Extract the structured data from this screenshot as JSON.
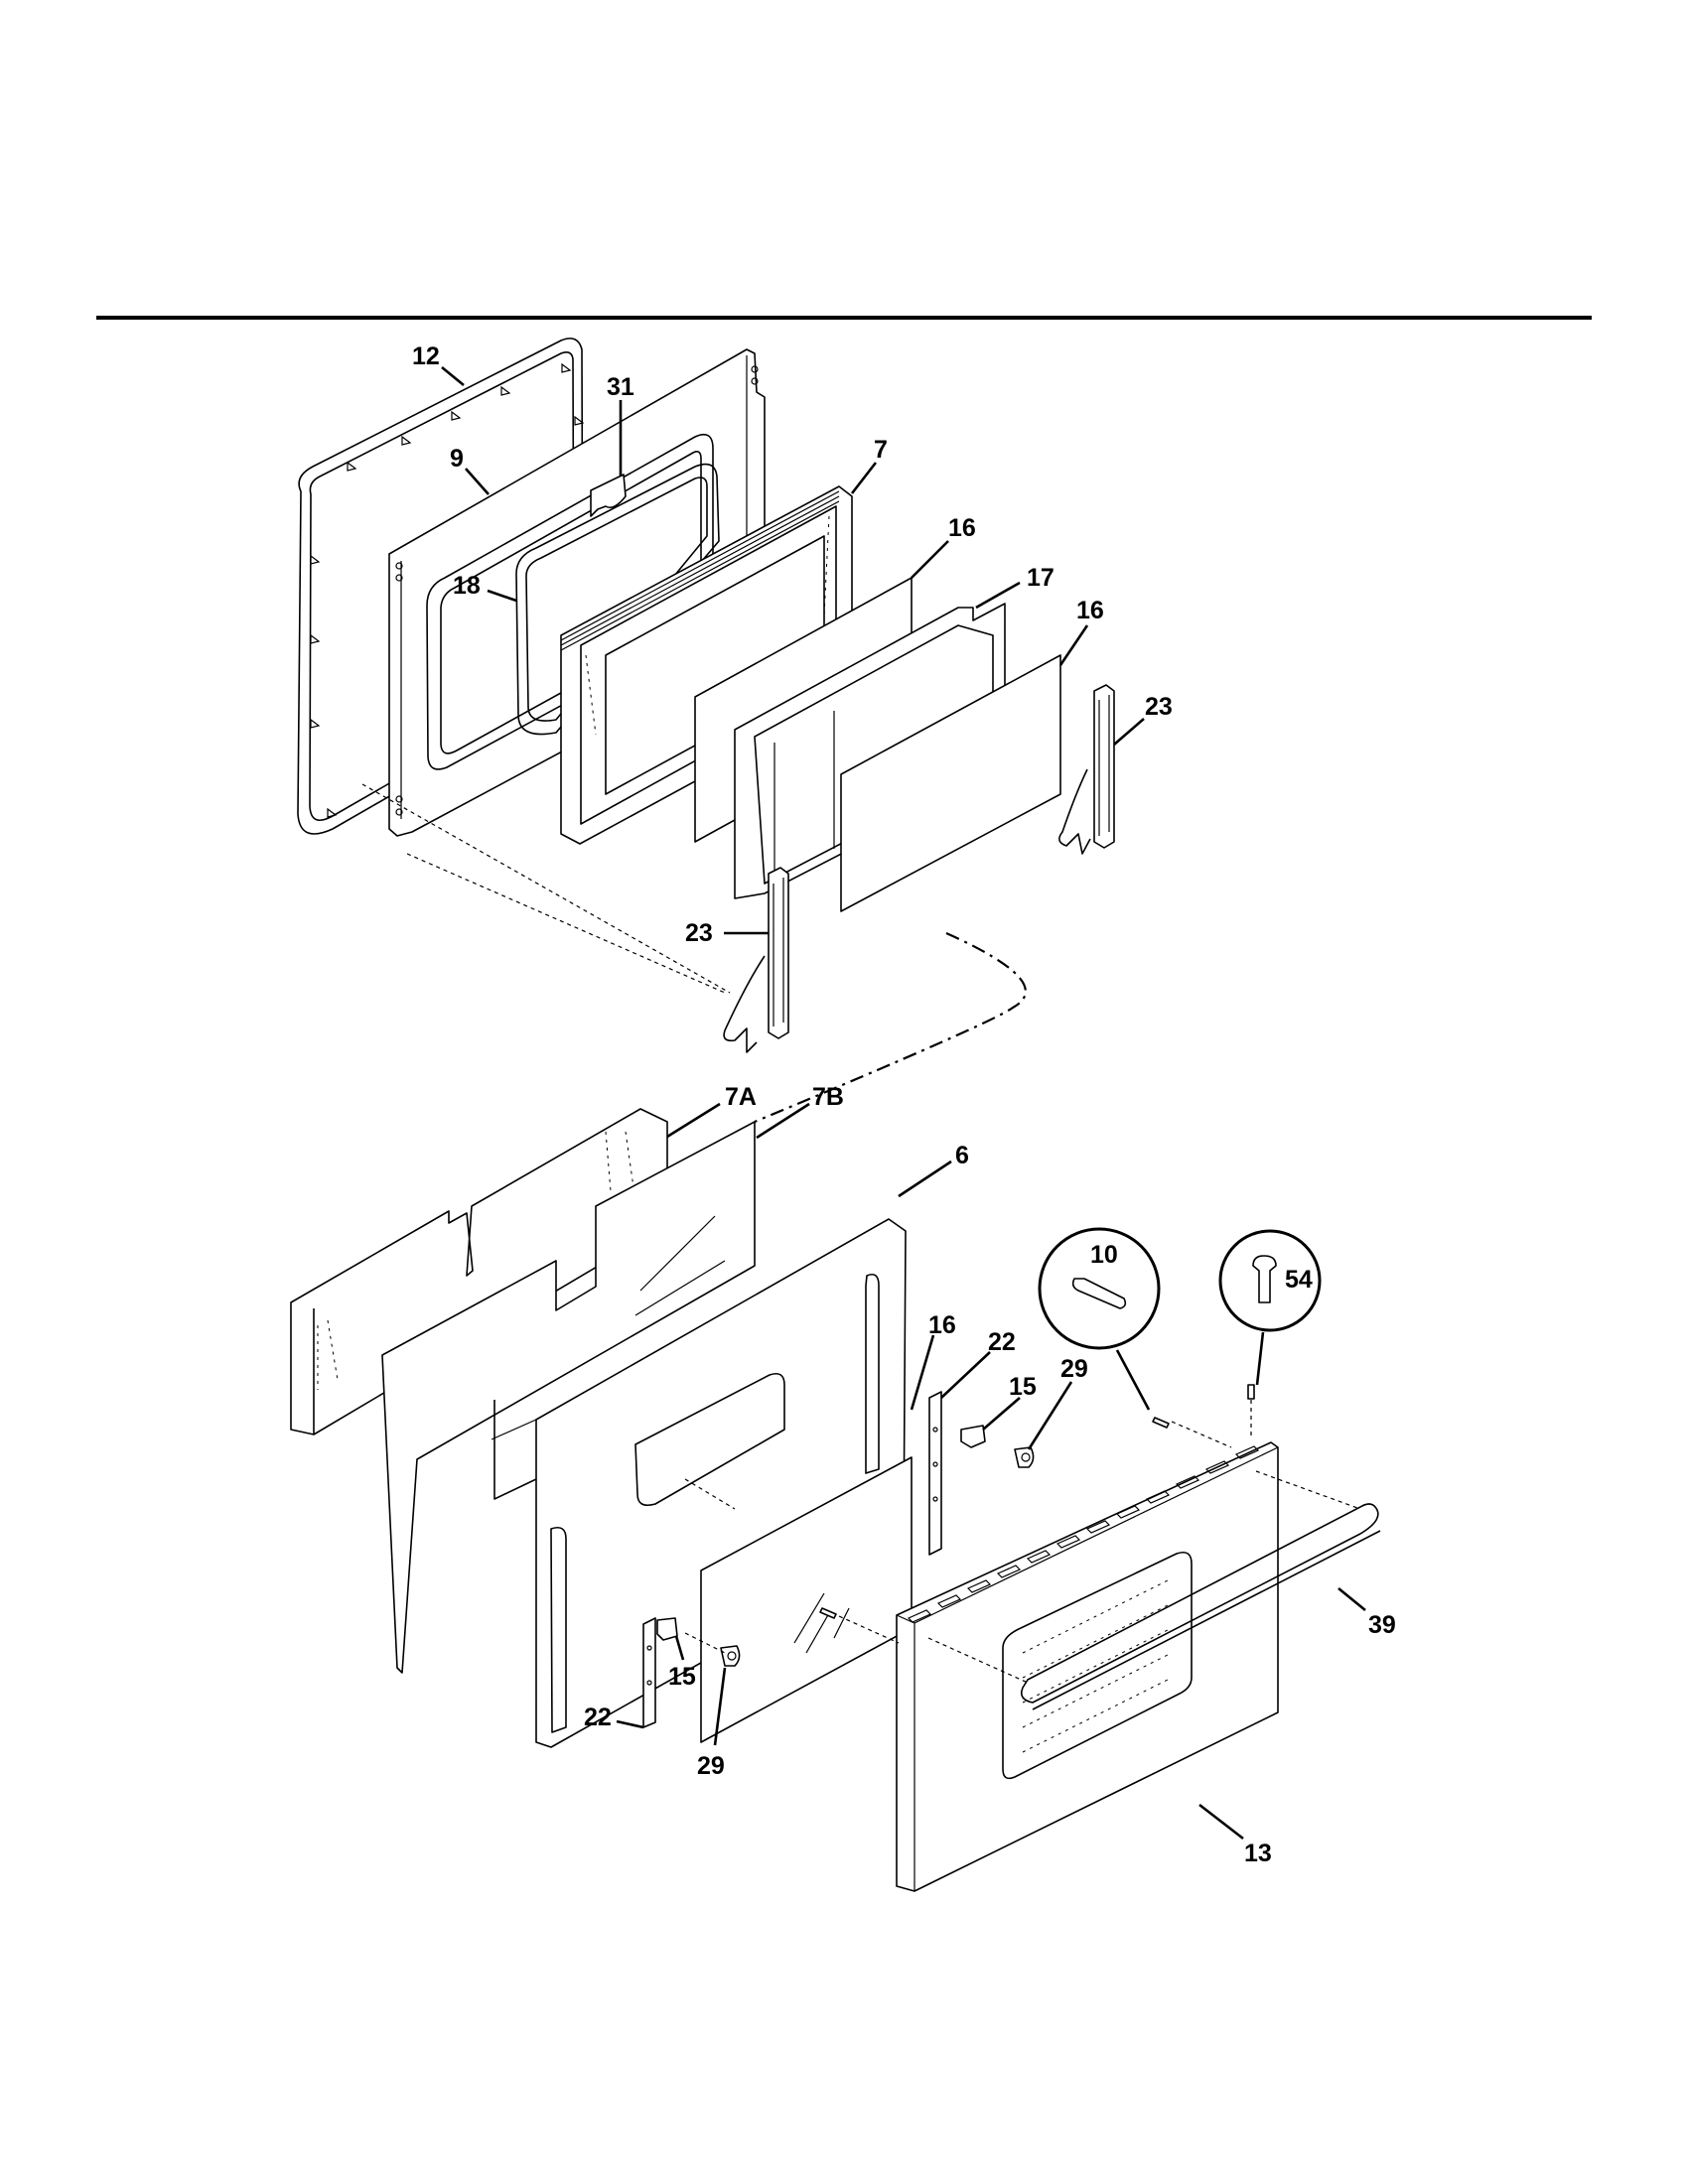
{
  "page": {
    "type": "exploded parts diagram",
    "subject": "oven door assembly",
    "background_color": "#ffffff",
    "ink_color": "#000000"
  },
  "callouts": [
    {
      "id": "c12",
      "label": "12",
      "part": "door gasket"
    },
    {
      "id": "c31",
      "label": "31",
      "part": "bracket"
    },
    {
      "id": "c9",
      "label": "9",
      "part": "inner door liner"
    },
    {
      "id": "c18",
      "label": "18",
      "part": "inner gasket"
    },
    {
      "id": "c7",
      "label": "7",
      "part": "insulation pack"
    },
    {
      "id": "c16a",
      "label": "16",
      "part": "glass panel"
    },
    {
      "id": "c17",
      "label": "17",
      "part": "window pack frame"
    },
    {
      "id": "c16b",
      "label": "16",
      "part": "glass panel"
    },
    {
      "id": "c23a",
      "label": "23",
      "part": "door hinge (right)"
    },
    {
      "id": "c23b",
      "label": "23",
      "part": "door hinge (left)"
    },
    {
      "id": "c7A",
      "label": "7A",
      "part": "insulation"
    },
    {
      "id": "c7B",
      "label": "7B",
      "part": "insulation wrap"
    },
    {
      "id": "c6",
      "label": "6",
      "part": "door baffle"
    },
    {
      "id": "c10",
      "label": "10",
      "part": "screw"
    },
    {
      "id": "c54",
      "label": "54",
      "part": "screw"
    },
    {
      "id": "c16c",
      "label": "16",
      "part": "glass panel"
    },
    {
      "id": "c22a",
      "label": "22",
      "part": "door side trim (right)"
    },
    {
      "id": "c15a",
      "label": "15",
      "part": "door stop bracket (right)"
    },
    {
      "id": "c29a",
      "label": "29",
      "part": "bumper (right)"
    },
    {
      "id": "c39",
      "label": "39",
      "part": "door handle"
    },
    {
      "id": "c15b",
      "label": "15",
      "part": "door stop bracket (left)"
    },
    {
      "id": "c22b",
      "label": "22",
      "part": "door side trim (left)"
    },
    {
      "id": "c29b",
      "label": "29",
      "part": "bumper (left)"
    },
    {
      "id": "c13",
      "label": "13",
      "part": "outer door panel"
    }
  ]
}
